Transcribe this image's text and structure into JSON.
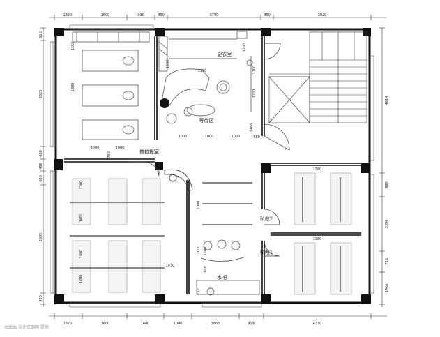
{
  "dimensions": {
    "top": [
      "1320",
      "1600",
      "990",
      "450",
      "3790",
      "450",
      "3920"
    ],
    "bottom": [
      "1320",
      "1600",
      "1440",
      "1006",
      "1865",
      "919",
      "4370"
    ],
    "left": [
      "510",
      "3325",
      "600",
      "450",
      "600",
      "3605",
      "330"
    ],
    "right": [
      "4614",
      "880",
      "3396",
      "726",
      "1466"
    ],
    "inner": [
      "1150",
      "1880",
      "1000",
      "1000",
      "750",
      "1200",
      "1200",
      "1480",
      "1200",
      "1480",
      "1480",
      "1430",
      "1000",
      "1000",
      "1000",
      "1150",
      "1200",
      "1200",
      "1460",
      "580",
      "1380",
      "1380",
      "5000",
      "2000",
      "1200",
      "800",
      "150"
    ]
  },
  "rooms": {
    "dressing_room": "更衣室",
    "waiting_area": "等待区",
    "reception": "普拉提室",
    "private_1": "私教1",
    "private_2": "私教2",
    "water_bar": "水吧"
  },
  "watermark": "本图由 设计资源网 提供"
}
